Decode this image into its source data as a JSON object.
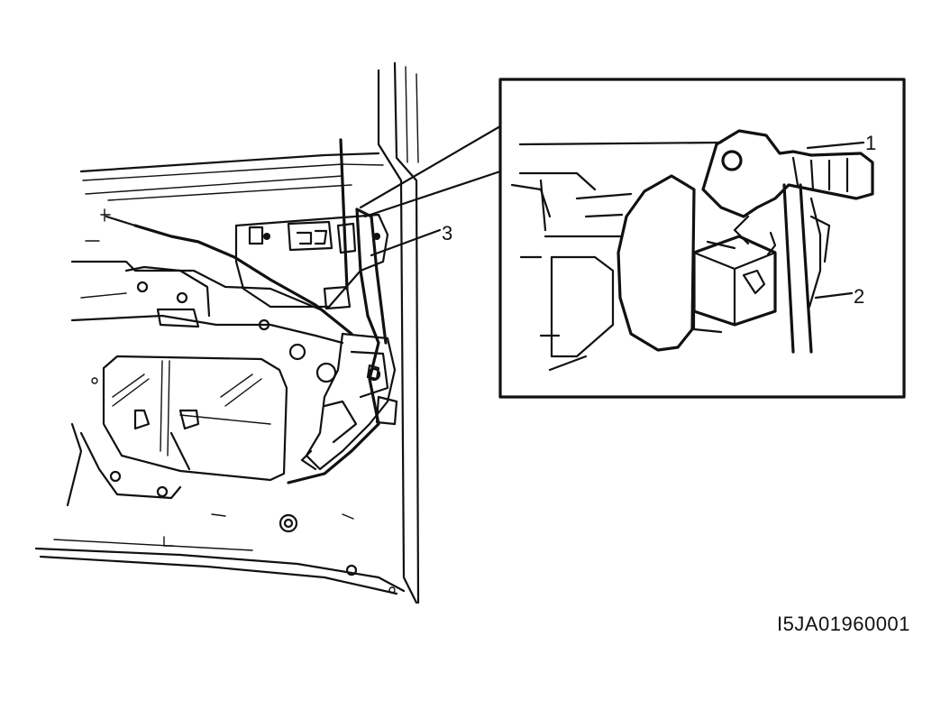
{
  "callouts": [
    {
      "id": "1",
      "label": "1"
    },
    {
      "id": "2",
      "label": "2"
    },
    {
      "id": "3",
      "label": "3"
    }
  ],
  "figure_code": "I5JA01960001"
}
